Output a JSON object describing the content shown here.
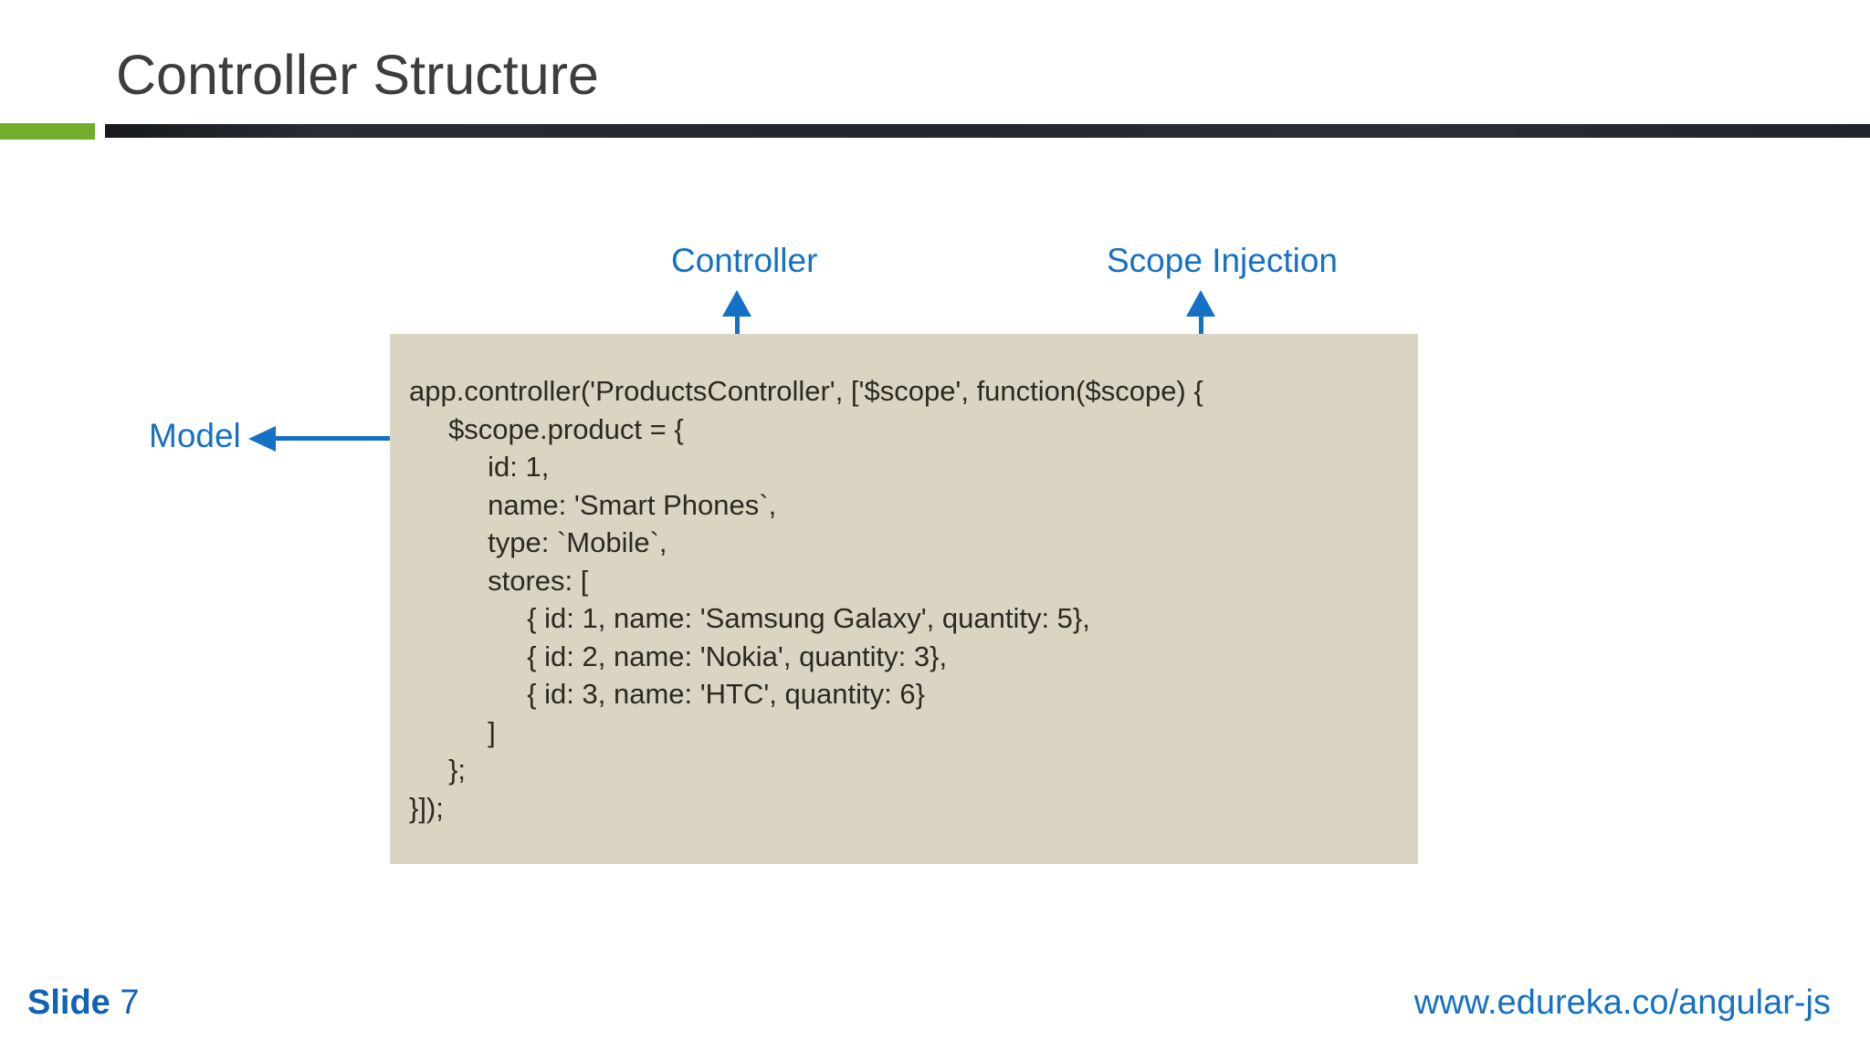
{
  "header": {
    "title": "Controller Structure"
  },
  "annotations": {
    "controller": "Controller",
    "scope_injection": "Scope Injection",
    "model": "Model"
  },
  "code": {
    "content": "app.controller('ProductsController', ['$scope', function($scope) {\n     $scope.product = {\n          id: 1,\n          name: 'Smart Phones`,\n          type: `Mobile`,\n          stores: [\n               { id: 1, name: 'Samsung Galaxy', quantity: 5},\n               { id: 2, name: 'Nokia', quantity: 3},\n               { id: 3, name: 'HTC', quantity: 6}\n          ]\n     };\n}]);"
  },
  "footer": {
    "slide_label": "Slide",
    "slide_number": "7",
    "url": "www.edureka.co/angular-js"
  },
  "colors": {
    "accent_blue": "#1571c4",
    "green_bar": "#72ad2b",
    "header_bar_dark": "#262a30",
    "code_background": "#dad5c2",
    "title_text": "#3d3d3d",
    "code_text": "#2a2a22"
  }
}
